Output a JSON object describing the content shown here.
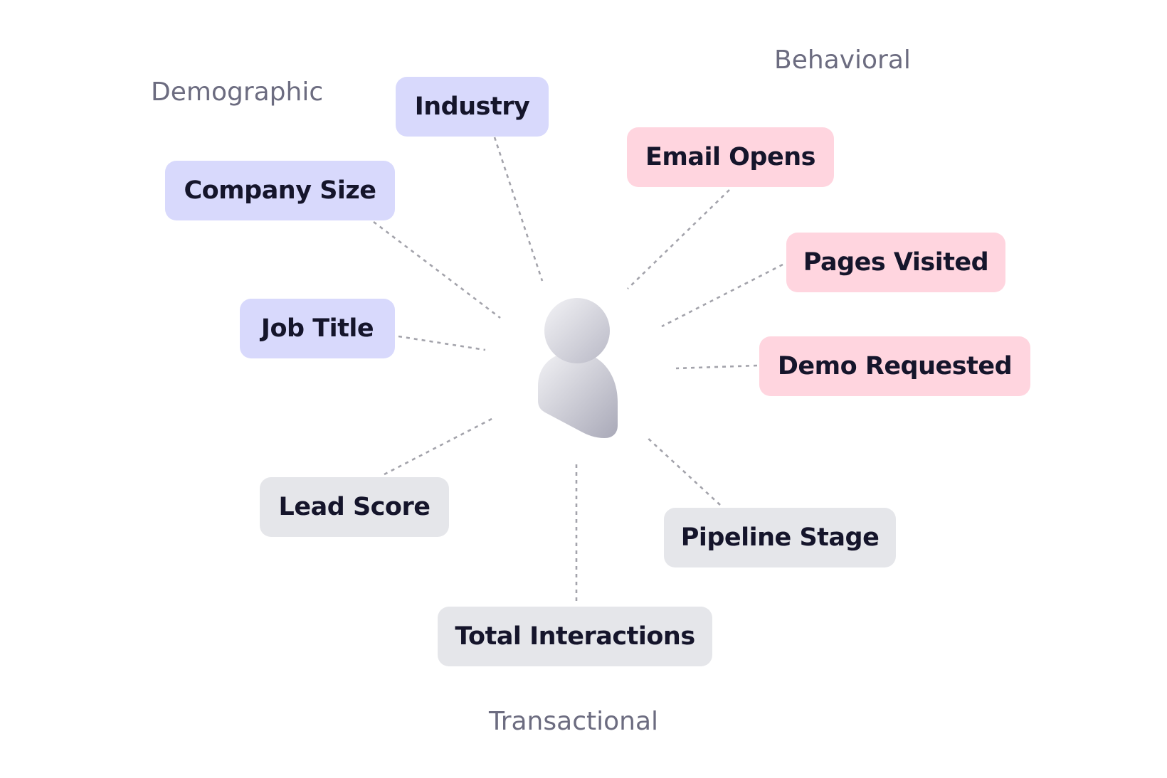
{
  "groups": {
    "demographic": "Demographic",
    "behavioral": "Behavioral",
    "transactional": "Transactional"
  },
  "nodes": {
    "industry": "Industry",
    "company_size": "Company Size",
    "job_title": "Job Title",
    "email_opens": "Email Opens",
    "pages_visited": "Pages Visited",
    "demo_requested": "Demo Requested",
    "lead_score": "Lead Score",
    "pipeline_stage": "Pipeline Stage",
    "total_interactions": "Total Interactions"
  },
  "center": {
    "icon": "person-icon"
  },
  "colors": {
    "demographic": "#d8d9fc",
    "behavioral": "#ffd5df",
    "transactional": "#e5e6ea",
    "text": "#15152b",
    "group_label": "#6c6c80",
    "connector": "#a3a3ab"
  }
}
